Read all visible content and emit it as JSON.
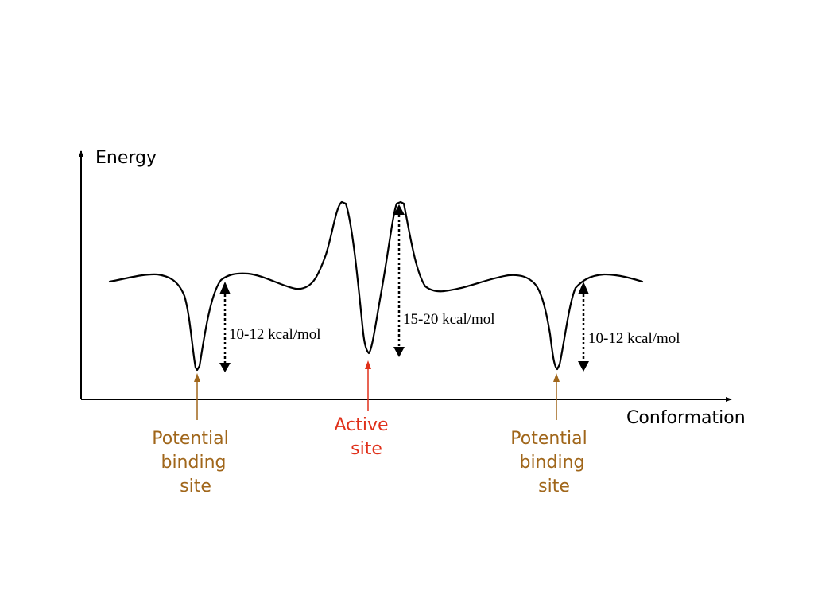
{
  "diagram": {
    "y_axis_label": "Energy",
    "x_axis_label": "Conformation",
    "energy_gaps": {
      "left": "10-12 kcal/mol",
      "center": "15-20 kcal/mol",
      "right": "10-12 kcal/mol"
    },
    "sites": {
      "left": {
        "lines": [
          "Potential",
          "binding",
          "site"
        ],
        "color": "#a0661a"
      },
      "center": {
        "lines": [
          "Active",
          "site"
        ],
        "color": "#e0301a"
      },
      "right": {
        "lines": [
          "Potential",
          "binding",
          "site"
        ],
        "color": "#a0661a"
      }
    },
    "colors": {
      "curve": "#000000",
      "axes": "#000000"
    }
  }
}
